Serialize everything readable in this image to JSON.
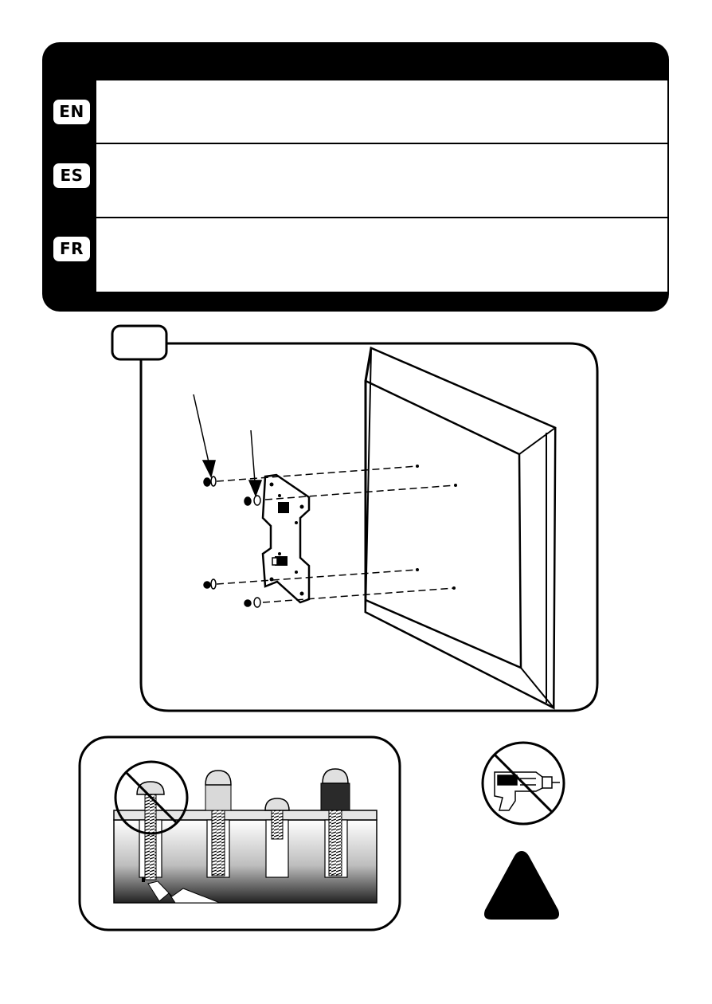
{
  "languages": [
    {
      "code": "EN",
      "text": ""
    },
    {
      "code": "ES",
      "text": ""
    },
    {
      "code": "FR",
      "text": ""
    }
  ],
  "step": {
    "number": ""
  },
  "icons": {
    "no_drill": "drill-prohibited-icon",
    "warning": "warning-triangle-icon",
    "no_long_screw": "prohibited-circle-icon"
  },
  "colors": {
    "ink": "#000000",
    "paper": "#ffffff",
    "spacer_light": "#d9d9d9",
    "spacer_dark": "#2a2a2a"
  }
}
